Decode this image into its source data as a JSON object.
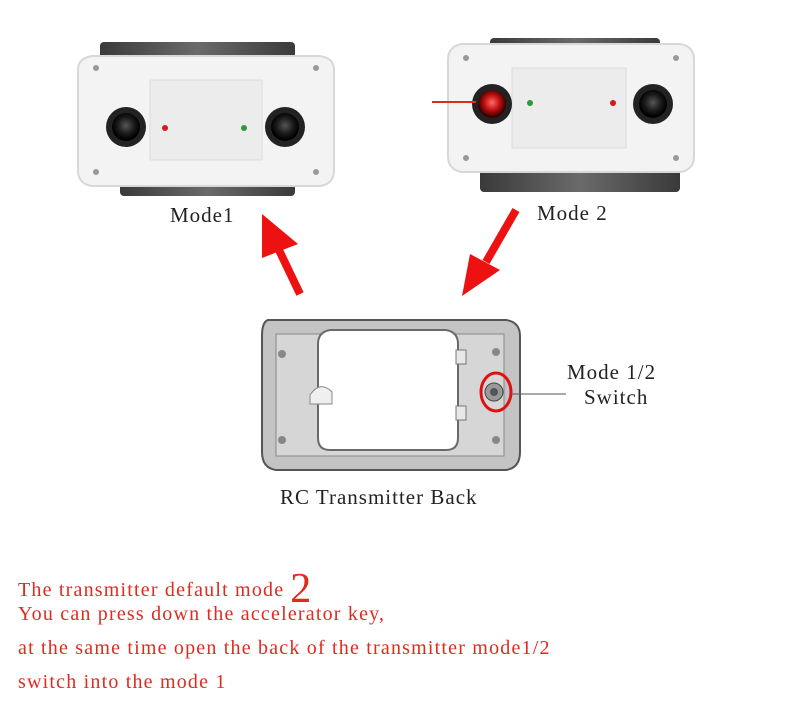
{
  "labels": {
    "mode1": "Mode1",
    "mode2": "Mode 2",
    "switch_line1": "Mode 1/2",
    "switch_line2": "Switch",
    "back": "RC Transmitter Back"
  },
  "instructions": {
    "line1_text": "The transmitter default mode",
    "line1_number": "2",
    "line2": "You can press down the accelerator key,",
    "line3": "at the same time open the back of the transmitter mode1/2",
    "line4": "switch into the mode 1"
  },
  "colors": {
    "accent_red": "#e02a1f",
    "text_dark": "#222222",
    "device_white": "#f4f4f4",
    "device_grey": "#b9b9b9"
  }
}
